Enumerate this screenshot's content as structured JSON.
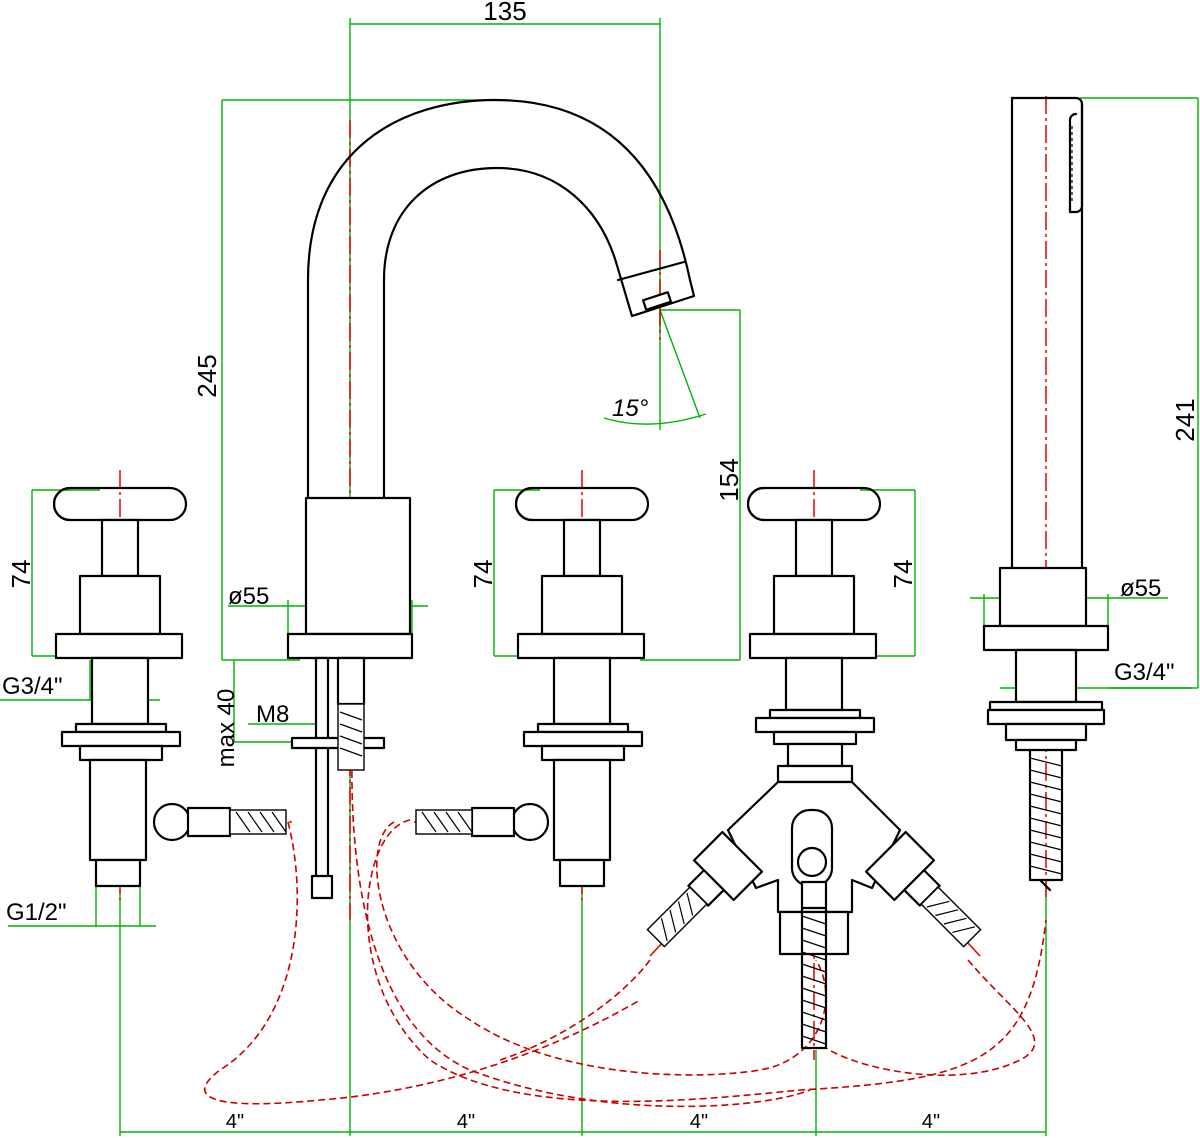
{
  "dimensions": {
    "spout_reach": "135",
    "spout_height": "245",
    "outlet_height": "154",
    "spray_angle": "15°",
    "handset_height": "241",
    "handle_height_left": "74",
    "handle_height_mid": "74",
    "handle_height_right": "74",
    "spout_base_dia": "ø55",
    "handset_base_dia": "ø55",
    "thread_left": "G3/4\"",
    "thread_right": "G3/4\"",
    "inlet_thread": "G1/2\"",
    "deck_max": "max 40",
    "stud_thread": "M8",
    "spacing_1": "4\"",
    "spacing_2": "4\"",
    "spacing_3": "4\"",
    "spacing_4": "4\""
  },
  "colors": {
    "outline": "#000000",
    "dimension": "#00b300",
    "centerline": "#e00000",
    "hose_path": "#c80000"
  }
}
